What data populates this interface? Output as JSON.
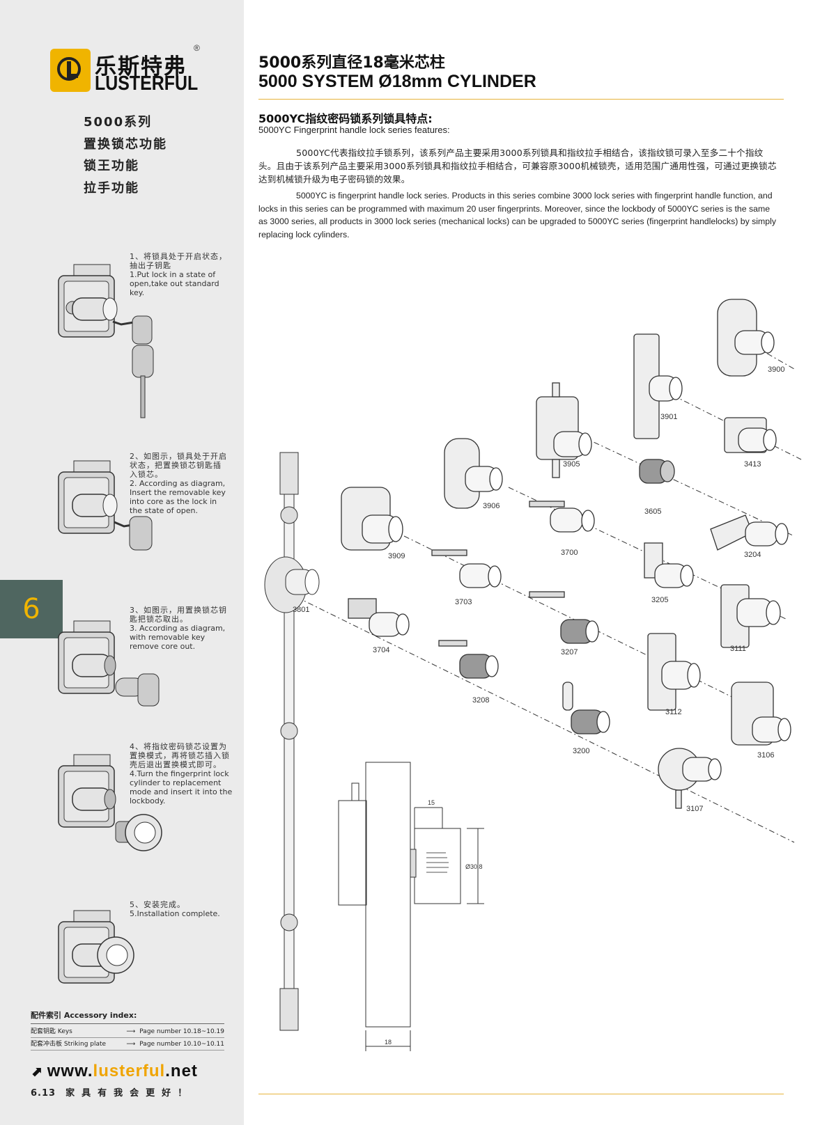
{
  "sidebar": {
    "logo": {
      "cn": "乐斯特弗",
      "en": "LUSTERFUL",
      "reg": "®"
    },
    "features": [
      "5000系列",
      "置换锁芯功能",
      "锁王功能",
      "拉手功能"
    ],
    "section_tab": "6",
    "steps": [
      {
        "cn": "1、将锁具处于开启状态，抽出子钥匙",
        "en": "1.Put lock in a state of open,take out standard key."
      },
      {
        "cn": "2、如图示，锁具处于开启状态，把置换锁芯钥匙插入锁芯。",
        "en": "2. According as diagram, Insert the removable key into core as the lock in the state of open."
      },
      {
        "cn": "3、如图示，用置换锁芯钥匙把锁芯取出。",
        "en": "3. According as diagram, with removable key remove core out."
      },
      {
        "cn": "4、将指纹密码锁芯设置为置换模式，再将锁芯插入锁壳后退出置换模式即可。",
        "en": "4.Turn the fingerprint lock cylinder to replacement mode and insert it into the lockbody."
      },
      {
        "cn": "5、安装完成。",
        "en": "5.Installation complete."
      }
    ],
    "accessory": {
      "title": "配件索引 Accessory index:",
      "rows": [
        {
          "label": "配套钥匙 Keys",
          "page": "Page number 10.18~10.19"
        },
        {
          "label": "配套冲击板 Striking plate",
          "page": "Page number 10.10~10.11"
        }
      ]
    },
    "website": {
      "prefix": "www.",
      "brand": "lusterful",
      "suffix": ".net"
    },
    "page_number": "6.13",
    "slogan": "家具有我会更好！"
  },
  "header": {
    "title_cn": "5000系列直径18毫米芯柱",
    "title_en": "5000 SYSTEM Ø18mm CYLINDER"
  },
  "section": {
    "title_cn": "5000YC指纹密码锁系列锁具特点:",
    "title_en": "5000YC Fingerprint handle lock series features:",
    "para_cn": "5000YC代表指纹拉手锁系列，该系列产品主要采用3000系列锁具和指纹拉手相结合，该指纹锁可录入至多二十个指纹头。且由于该系列产品主要采用3000系列锁具和指纹拉手相结合，可兼容原3000机械锁壳，适用范围广通用性强，可通过更换锁芯达到机械锁升级为电子密码锁的效果。",
    "para_en": "5000YC is fingerprint handle lock series. Products in this series combine 3000 lock series with fingerprint handle function, and locks in this series can be programmed with maximum 20 user fingerprints. Moreover, since the lockbody of 5000YC series is the same as 3000 series, all products in 3000 lock series (mechanical locks) can be upgraded to 5000YC series (fingerprint handlelocks) by simply replacing lock cylinders."
  },
  "diagram": {
    "models": [
      "3900",
      "3901",
      "3413",
      "3905",
      "3605",
      "3204",
      "3906",
      "3700",
      "3909",
      "3205",
      "3703",
      "3111",
      "3801",
      "3207",
      "3704",
      "3112",
      "3208",
      "3200",
      "3106",
      "3107"
    ],
    "dimensions": {
      "width_top": "15",
      "diameter": "Ø30.8",
      "width_bottom": "18"
    }
  }
}
